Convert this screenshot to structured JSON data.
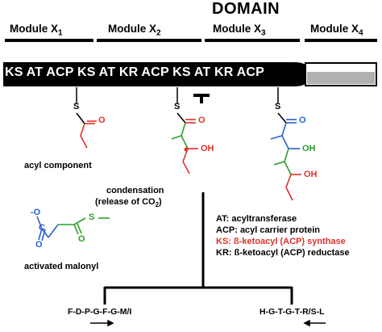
{
  "header": {
    "domain": "DOMAIN"
  },
  "modules": [
    {
      "name": "Module X",
      "sub": "1"
    },
    {
      "name": "Module X",
      "sub": "2"
    },
    {
      "name": "Module X",
      "sub": "3"
    },
    {
      "name": "Module X",
      "sub": "4"
    }
  ],
  "bar": {
    "segments": "KS AT ACP KS AT KR ACP KS AT KR ACP"
  },
  "molecules": {
    "acyl_component": "acyl component",
    "condensation_line1": "condensation",
    "condensation_line2_pre": "(release of CO",
    "condensation_line2_sub": "2",
    "condensation_line2_post": ")",
    "activated_malonyl": "activated malonyl"
  },
  "atoms": {
    "S": "S",
    "O": "O",
    "OH": "OH",
    "O_minus": "O",
    "C": "C",
    "minus": "-"
  },
  "legend": [
    {
      "text": "AT: acyltransferase",
      "color": "#000000"
    },
    {
      "text": "ACP: acyl carrier protein",
      "color": "#000000"
    },
    {
      "text": "KS: ß-ketoacyl (ACP) synthase",
      "color": "#e0312a"
    },
    {
      "text": "KR: ß-ketoacyl (ACP) reductase",
      "color": "#000000"
    }
  ],
  "sequences": {
    "left": "F-D-P-G-F-G-M/I",
    "right": "H-G-T-G-T-R/S-L"
  },
  "colors": {
    "red": "#e0312a",
    "green": "#2aa02a",
    "blue": "#2a5fcf",
    "black": "#000000"
  }
}
